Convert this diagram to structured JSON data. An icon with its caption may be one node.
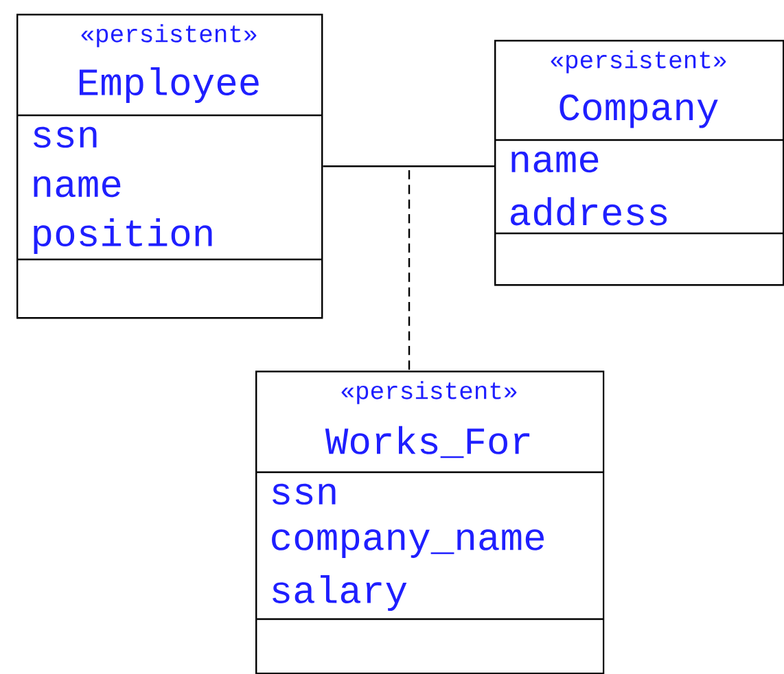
{
  "diagram": {
    "nodes": [
      {
        "text": [
          "«persistent»",
          "Employee",
          "ssn",
          "name",
          "position"
        ]
      },
      {
        "text": [
          "«persistent»",
          "Company",
          "name",
          "address"
        ]
      },
      {
        "text": [
          "«persistent»",
          "Works_For",
          "ssn",
          "company_name",
          "salary"
        ]
      }
    ],
    "edges": [
      {
        "from": 0,
        "to": 1,
        "arrow": "none"
      },
      {
        "from": null,
        "to": 2,
        "arrow": "none",
        "style": "dashed"
      }
    ]
  }
}
